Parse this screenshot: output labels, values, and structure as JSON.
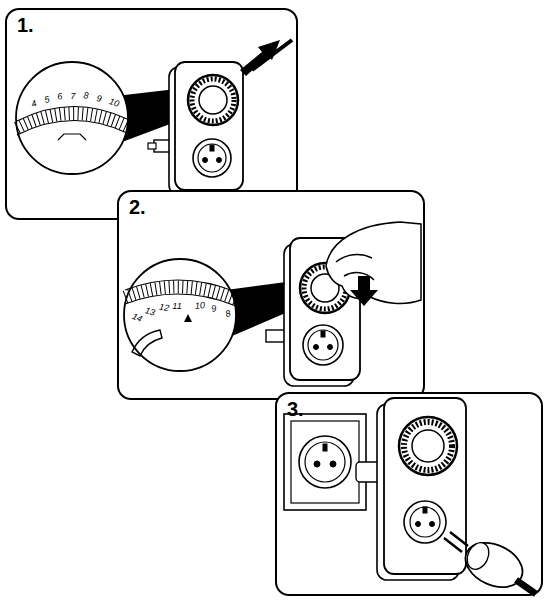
{
  "diagram": {
    "nodes": [
      {
        "text": [
          "1."
        ]
      },
      {
        "text": [
          "2."
        ]
      },
      {
        "text": [
          "3."
        ]
      }
    ],
    "labels": [
      "4",
      "5",
      "6",
      "7",
      "8",
      "9",
      "10",
      "14",
      "13",
      "12",
      "11",
      "10",
      "9",
      "8"
    ]
  }
}
